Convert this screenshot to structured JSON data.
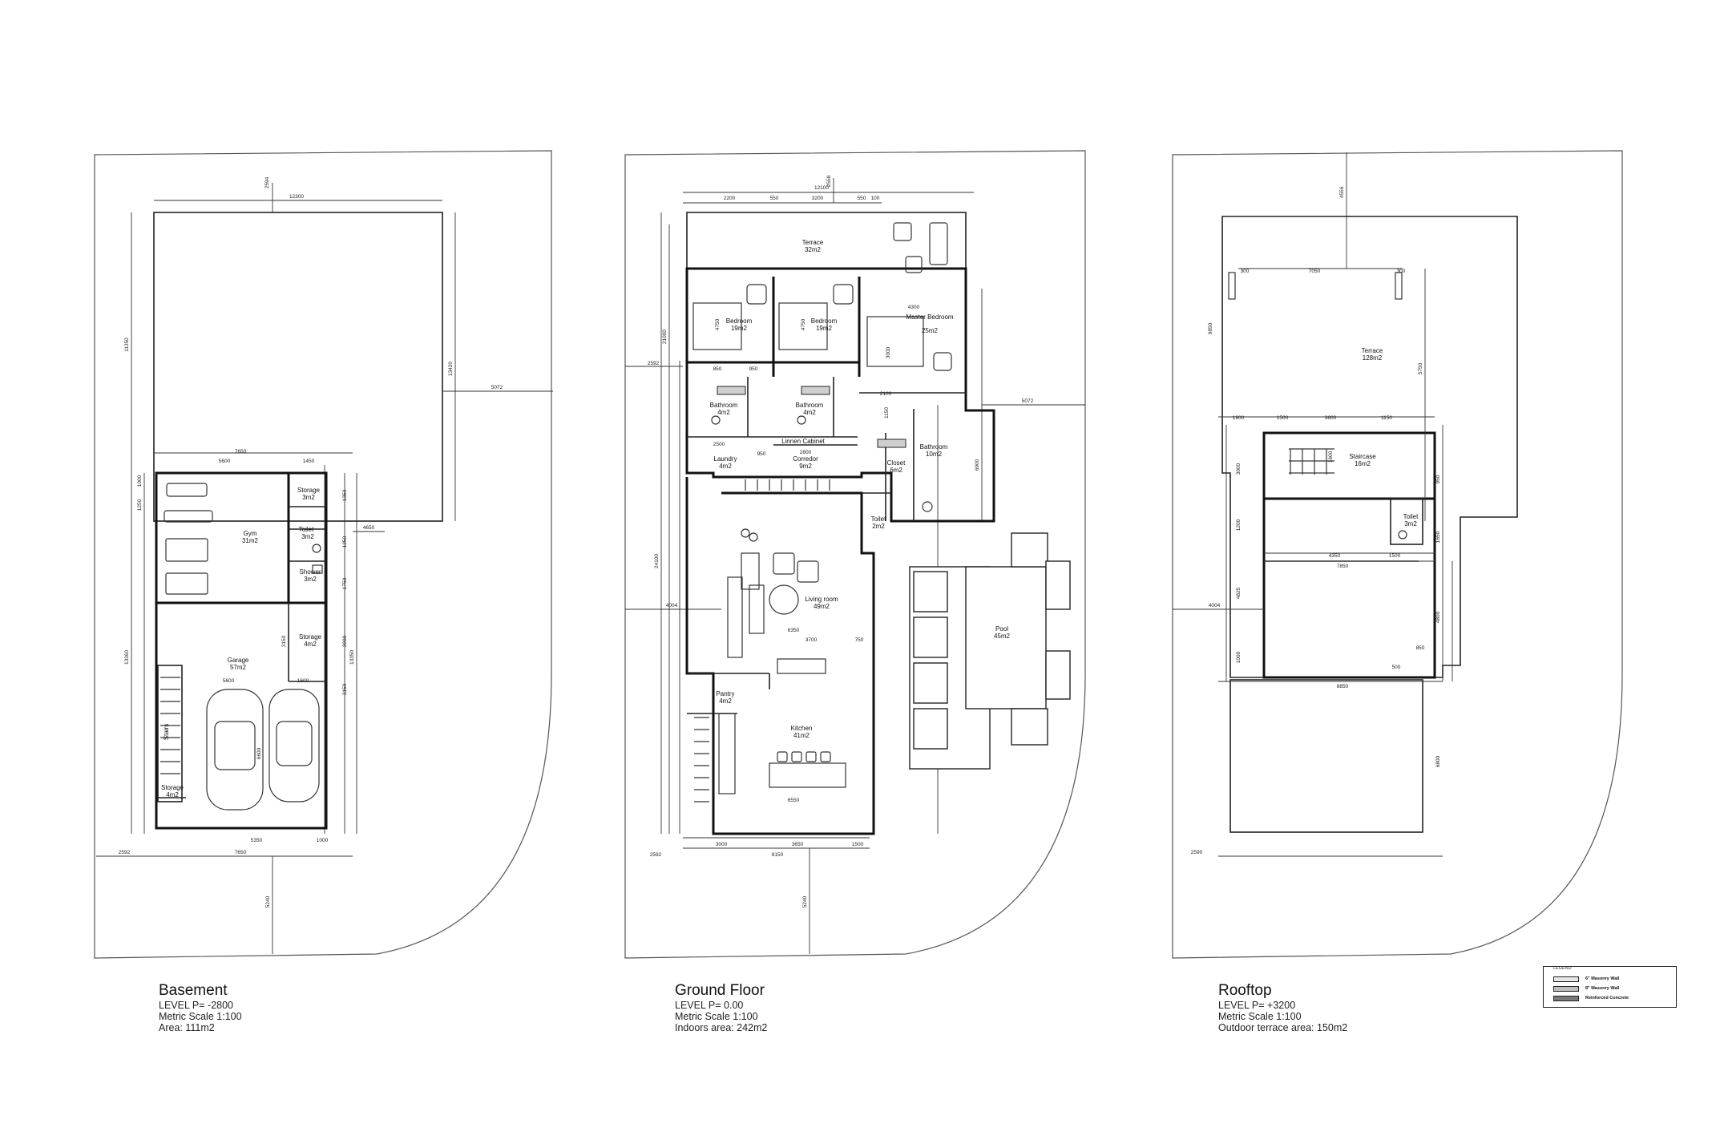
{
  "plans": [
    {
      "id": "basement",
      "title": "Basement",
      "lines": [
        "LEVEL P= -2800",
        "Metric Scale 1:100",
        "Area: 111m2"
      ],
      "rooms": [
        {
          "name": "Gym",
          "area": "31m2"
        },
        {
          "name": "Storage",
          "area": "3m2"
        },
        {
          "name": "Toilet",
          "area": "3m2"
        },
        {
          "name": "Shower",
          "area": "3m2"
        },
        {
          "name": "Storage",
          "area": "4m2"
        },
        {
          "name": "Garage",
          "area": "57m2"
        },
        {
          "name": "Stairs",
          "area": ""
        },
        {
          "name": "Storage",
          "area": "4m2"
        }
      ],
      "dims": [
        "12300",
        "7650",
        "5600",
        "1450",
        "2594",
        "11350",
        "13420",
        "5072",
        "4650",
        "13360",
        "13350",
        "7650",
        "5350",
        "1000",
        "2592",
        "5240",
        "6600",
        "5600",
        "1600",
        "1350",
        "3150",
        "3900",
        "1000",
        "1250",
        "1750",
        "1250",
        "3150"
      ]
    },
    {
      "id": "ground",
      "title": "Ground Floor",
      "lines": [
        "LEVEL P= 0.00",
        "Metric Scale 1:100",
        "Indoors area: 242m2"
      ],
      "rooms": [
        {
          "name": "Terrace",
          "area": "32m2"
        },
        {
          "name": "Bedroom",
          "area": "19m2"
        },
        {
          "name": "Bedroom",
          "area": "19m2"
        },
        {
          "name": "Master Bedroom",
          "area": "25m2"
        },
        {
          "name": "Bathroom",
          "area": "4m2"
        },
        {
          "name": "Bathroom",
          "area": "4m2"
        },
        {
          "name": "Linnen Cabinet",
          "area": ""
        },
        {
          "name": "Laundry",
          "area": "4m2"
        },
        {
          "name": "Corredor",
          "area": "9m2"
        },
        {
          "name": "Closet",
          "area": "6m2"
        },
        {
          "name": "Bathroom",
          "area": "10m2"
        },
        {
          "name": "Toilet",
          "area": "2m2"
        },
        {
          "name": "Living room",
          "area": "49m2"
        },
        {
          "name": "Pantry",
          "area": "4m2"
        },
        {
          "name": "Kitchen",
          "area": "41m2"
        },
        {
          "name": "Pool",
          "area": "45m2"
        }
      ],
      "dims": [
        "12100",
        "2200",
        "550",
        "3200",
        "550",
        "100",
        "2558",
        "2592",
        "5072",
        "4004",
        "24100",
        "6350",
        "3700",
        "750",
        "6550",
        "3000",
        "3650",
        "1500",
        "8150",
        "2592",
        "5240",
        "4300",
        "4750",
        "4750",
        "3000",
        "850",
        "950",
        "2100",
        "2500",
        "950",
        "2800",
        "1150",
        "6900",
        "21000"
      ]
    },
    {
      "id": "rooftop",
      "title": "Rooftop",
      "lines": [
        "LEVEL P= +3200",
        "Metric Scale 1:100",
        "Outdoor terrace area: 150m2"
      ],
      "rooms": [
        {
          "name": "Terrace",
          "area": "128m2"
        },
        {
          "name": "Staircase",
          "area": "16m2"
        },
        {
          "name": "Toilet",
          "area": "3m2"
        }
      ],
      "dims": [
        "7050",
        "300",
        "300",
        "4556",
        "9850",
        "5750",
        "1900",
        "1500",
        "3600",
        "1150",
        "7850",
        "4350",
        "1500",
        "8850",
        "4004",
        "4825",
        "4800",
        "6800",
        "2590",
        "850",
        "950",
        "1650",
        "1200",
        "500",
        "1000",
        "1600",
        "3000"
      ]
    }
  ],
  "legend": {
    "title": "LEGEND",
    "items": [
      {
        "label": "6\" Masonry Wall",
        "color": "#e6e6e6"
      },
      {
        "label": "8\" Masonry Wall",
        "color": "#bdbdbd"
      },
      {
        "label": "Reinforced Concrete",
        "color": "#7a7a7a"
      }
    ]
  }
}
